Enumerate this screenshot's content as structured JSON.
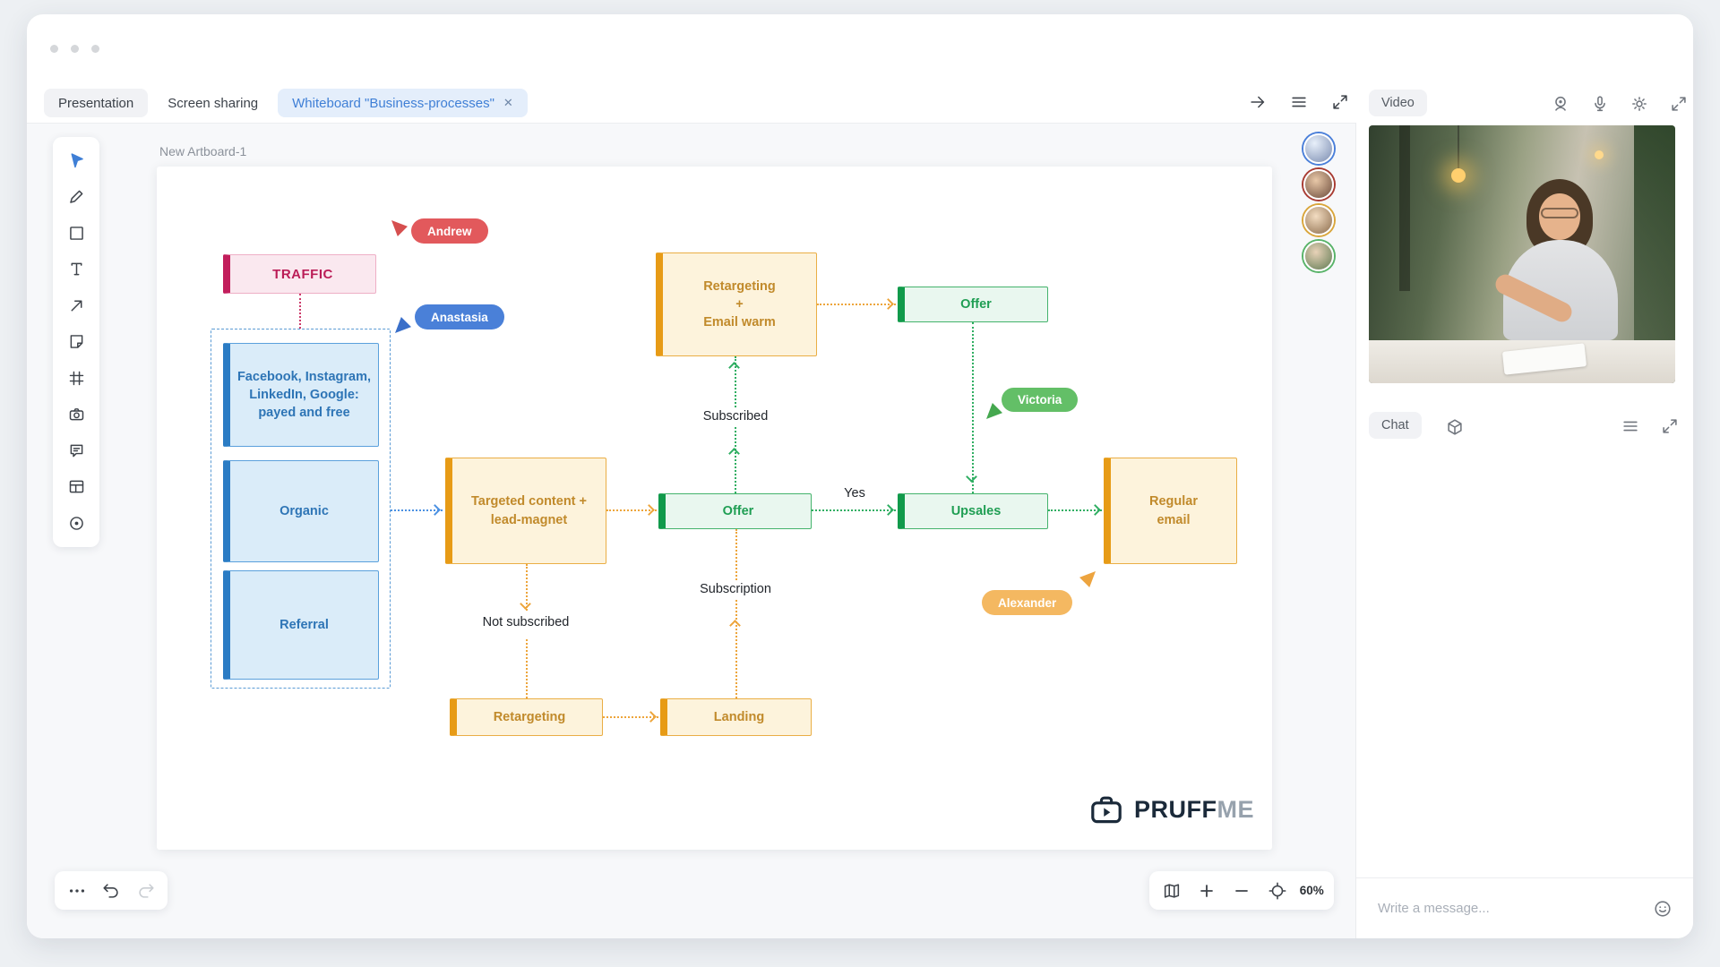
{
  "tabs": {
    "presentation": "Presentation",
    "screen_sharing": "Screen sharing",
    "whiteboard": "Whiteboard \"Business-processes\"",
    "close_glyph": "✕"
  },
  "board": {
    "artboard_label": "New Artboard-1",
    "zoom_level": "60%"
  },
  "diagram": {
    "nodes": {
      "traffic": "TRAFFIC",
      "social": "Facebook, Instagram,\nLinkedIn, Google:\npayed and free",
      "organic": "Organic",
      "referral": "Referral",
      "targeted": "Targeted content +\nlead-magnet",
      "offer_main": "Offer",
      "retargeting_email": "Retargeting\n+\nEmail warm",
      "offer_top": "Offer",
      "upsales": "Upsales",
      "regular_email": "Regular\nemail",
      "retargeting": "Retargeting",
      "landing": "Landing"
    },
    "edge_labels": {
      "subscribed": "Subscribed",
      "not_subscribed": "Not subscribed",
      "subscription": "Subscription",
      "yes": "Yes"
    },
    "cursors": {
      "andrew": {
        "name": "Andrew",
        "color": "#e2595c"
      },
      "anastasia": {
        "name": "Anastasia",
        "color": "#4a80d8"
      },
      "victoria": {
        "name": "Victoria",
        "color": "#63bf67"
      },
      "alexander": {
        "name": "Alexander",
        "color": "#f4b861"
      }
    },
    "palette": {
      "blue_bar": "#2b7cc4",
      "orange_bar": "#e79b16",
      "green_bar": "#119a4b",
      "pink_bar": "#c21e5c",
      "line_red": "#cc3a6a",
      "line_blue": "#4a90e2",
      "line_orange": "#eda53b",
      "line_green": "#2fae62"
    }
  },
  "logo": {
    "bold": "PRUFF",
    "light": "ME"
  },
  "video_panel": {
    "title": "Video"
  },
  "chat_panel": {
    "title": "Chat",
    "input_placeholder": "Write a message..."
  },
  "participants": [
    {
      "ring": "#4a7fd9"
    },
    {
      "ring": "#a83b32"
    },
    {
      "ring": "#d9a53a"
    },
    {
      "ring": "#58b368"
    }
  ]
}
